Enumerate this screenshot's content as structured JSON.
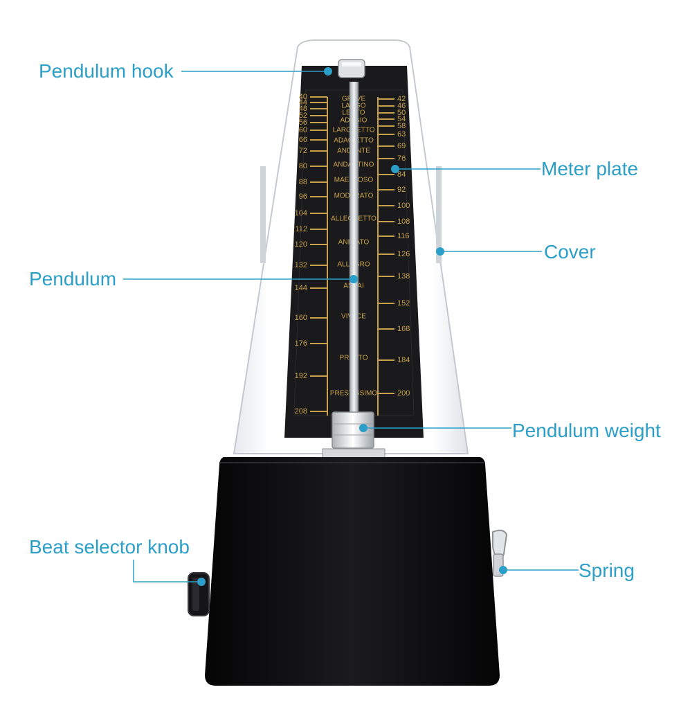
{
  "colors": {
    "accent": "#2b9fc8",
    "scale_gold": "#c9a14a",
    "body_black": "#0d0d0f",
    "plate_black": "#1a1a1c"
  },
  "callouts": {
    "pendulum_hook": "Pendulum hook",
    "meter_plate": "Meter plate",
    "cover": "Cover",
    "pendulum": "Pendulum",
    "pendulum_weight": "Pendulum weight",
    "beat_selector_knob": "Beat selector knob",
    "spring": "Spring"
  },
  "scale": {
    "left_numbers": [
      "40",
      "44",
      "48",
      "52",
      "56",
      "60",
      "66",
      "72",
      "80",
      "88",
      "96",
      "104",
      "112",
      "120",
      "132",
      "144",
      "160",
      "176",
      "192",
      "208"
    ],
    "right_numbers": [
      "42",
      "46",
      "50",
      "54",
      "58",
      "63",
      "69",
      "76",
      "84",
      "92",
      "100",
      "108",
      "116",
      "126",
      "138",
      "152",
      "168",
      "184",
      "200"
    ],
    "tempo_terms": [
      "GRAVE",
      "LARGO",
      "LENTO",
      "ADAGIO",
      "LARGHETTO",
      "ADAGIETTO",
      "ANDANTE",
      "ANDANTINO",
      "MAESTOSO",
      "MODERATO",
      "ALLEGRETTO",
      "ANIMATO",
      "ALLEGRO",
      "ASSAI",
      "VIVACE",
      "PRESTO",
      "PRESTISSIMO"
    ]
  }
}
